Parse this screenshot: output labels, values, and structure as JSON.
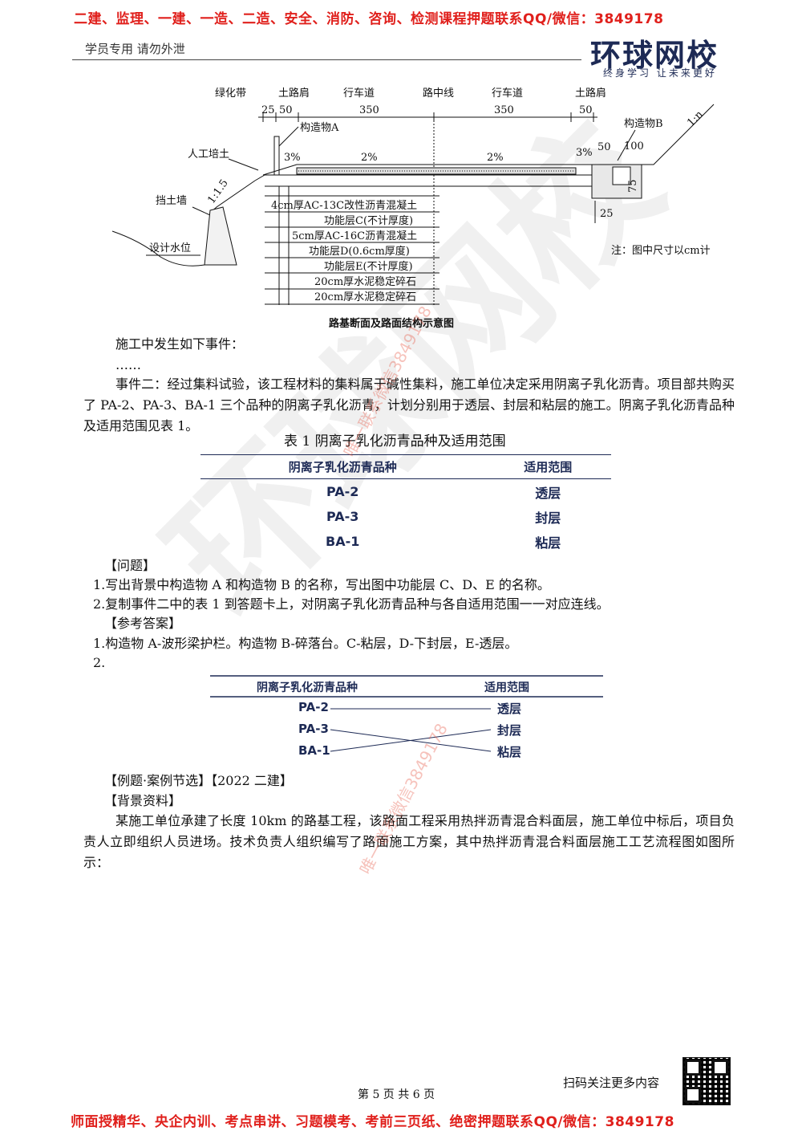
{
  "banner_top": "二建、监理、一建、一造、二造、安全、消防、咨询、检测课程押题联系QQ/微信：3849178",
  "banner_bottom": "师面授精华、央企内训、考点串讲、习题模考、考前三页纸、绝密押题联系QQ/微信：3849178",
  "header_note": "学员专用 请勿外泄",
  "logo": {
    "name": "环球网校",
    "slogan": "终身学习 让未来更好"
  },
  "watermark": {
    "big": "环球网校",
    "contact": "唯一联系微信3849178"
  },
  "diagram": {
    "labels": {
      "green_belt": "绿化带",
      "shoulder_left": "土路肩",
      "lane_left": "行车道",
      "center": "路中线",
      "lane_right": "行车道",
      "shoulder_right": "土路肩",
      "struct_a": "构造物A",
      "struct_b": "构造物B",
      "fill": "人工培土",
      "wall": "挡土墙",
      "water": "设计水位",
      "slope_left": "1:1.5",
      "slope_right": "1:n",
      "note": "注：图中尺寸以cm计"
    },
    "dims": {
      "d25": "25",
      "d50a": "50",
      "d350a": "350",
      "d350b": "350",
      "d50b": "50",
      "d50c": "50",
      "d100": "100",
      "d75": "75",
      "d25b": "25"
    },
    "grades": {
      "g1": "3%",
      "g2": "2%",
      "g3": "2%",
      "g4": "3%"
    },
    "layers": [
      "4cm厚AC-13C改性沥青混凝土",
      "功能层C(不计厚度)",
      "5cm厚AC-16C沥青混凝土",
      "功能层D(0.6cm厚度)",
      "功能层E(不计厚度)",
      "20cm厚水泥稳定碎石",
      "20cm厚水泥稳定碎石"
    ],
    "caption": "路基断面及路面结构示意图"
  },
  "body": {
    "p1": "施工中发生如下事件：",
    "p2": "……",
    "p3": "事件二：经过集料试验，该工程材料的集料属于碱性集料，施工单位决定采用阴离子乳化沥青。项目部共购买了 PA-2、PA-3、BA-1 三个品种的阴离子乳化沥青，计划分别用于透层、封层和粘层的施工。阴离子乳化沥青品种及适用范围见表 1。",
    "table_title": "表 1   阴离子乳化沥青品种及适用范围",
    "table": {
      "headers": [
        "阴离子乳化沥青品种",
        "适用范围"
      ],
      "rows": [
        [
          "PA-2",
          "透层"
        ],
        [
          "PA-3",
          "封层"
        ],
        [
          "BA-1",
          "粘层"
        ]
      ]
    },
    "q_head": "【问题】",
    "q1": "1.写出背景中构造物 A 和构造物 B 的名称，写出图中功能层 C、D、E 的名称。",
    "q2": "2.复制事件二中的表 1 到答题卡上，对阴离子乳化沥青品种与各自适用范围一一对应连线。",
    "a_head": "【参考答案】",
    "a1": "1.构造物 A-波形梁护栏。构造物 B-碎落台。C-粘层，D-下封层，E-透层。",
    "a2": "2.",
    "match": {
      "headers": [
        "阴离子乳化沥青品种",
        "适用范围"
      ],
      "left": [
        "PA-2",
        "PA-3",
        "BA-1"
      ],
      "right": [
        "透层",
        "封层",
        "粘层"
      ]
    },
    "ex_head": "【例题·案例节选】【2022 二建】",
    "bg_head": "【背景资料】",
    "bg_text": "某施工单位承建了长度 10km 的路基工程，该路面工程采用热拌沥青混合料面层，施工单位中标后，项目负责人立即组织人员进场。技术负责人组织编写了路面施工方案，其中热拌沥青混合料面层施工工艺流程图如图所示："
  },
  "footer": {
    "qr_text": "扫码关注更多内容",
    "page": "第 5 页 共 6 页"
  }
}
